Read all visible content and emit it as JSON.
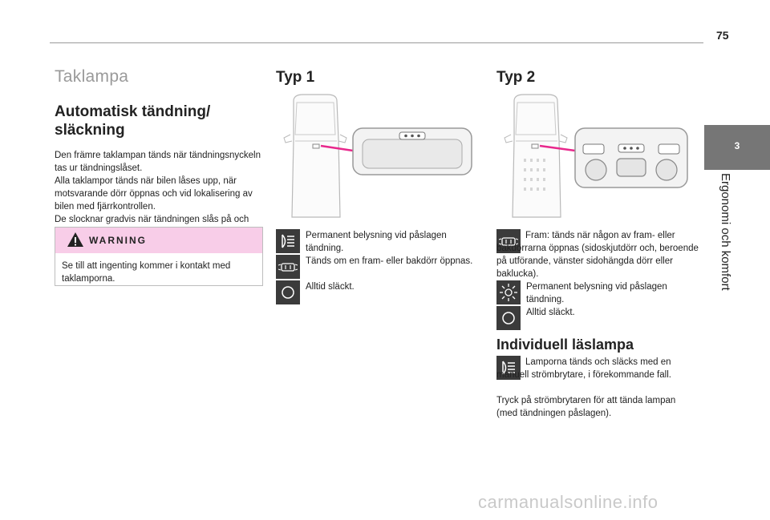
{
  "page": {
    "number": "75"
  },
  "side_tab": {
    "number": "3",
    "label": "Ergonomi och komfort"
  },
  "column1": {
    "section_title": "Taklampa",
    "heading": "Automatisk tändning/ släckning",
    "paragraphs": [
      "Den främre taklampan tänds när tändningsnyckeln tas ur tändningslåset.",
      "Alla taklampor tänds när bilen låses upp, när motsvarande dörr öppnas och vid lokalisering av bilen med fjärrkontrollen.",
      "De slocknar gradvis när tändningen slås på och när bilen låses."
    ],
    "warning": {
      "title": "WARNING",
      "text": "Se till att ingenting kommer i kontakt med taklamporna."
    }
  },
  "typ1": {
    "heading": "Typ 1",
    "items": [
      {
        "icon": "interior-light-icon",
        "text": "Permanent belysning vid påslagen tändning."
      },
      {
        "icon": "door-light-icon",
        "text": "Tänds om en fram- eller bakdörr öppnas."
      },
      {
        "icon": "off-circle-icon",
        "text": "Alltid släckt."
      }
    ]
  },
  "typ2": {
    "heading": "Typ 2",
    "items": [
      {
        "icon": "door-light-icon",
        "text": "Fram: tänds när någon av fram- eller bakdörrarna öppnas (sidoskjutdörr och, beroende på utförande, vänster sidohängda dörr eller baklucka)."
      },
      {
        "icon": "sun-icon",
        "text": "Permanent belysning vid påslagen tändning."
      },
      {
        "icon": "off-circle-icon",
        "text": "Alltid släckt."
      }
    ],
    "reading_lamp": {
      "heading": "Individuell läslampa",
      "icon": "interior-light-icon",
      "text_lines": [
        "Lamporna tänds och släcks med en manuell strömbrytare, i förekommande fall.",
        "Tryck på strömbrytaren för att tända lampan (med tändningen påslagen)."
      ]
    }
  },
  "colors": {
    "accent_pink": "#f8cde8",
    "callout_magenta": "#e8288c",
    "icon_bg": "#3b3b3b",
    "tab_gray": "#767676"
  },
  "watermark": "carmanualsonline.info"
}
